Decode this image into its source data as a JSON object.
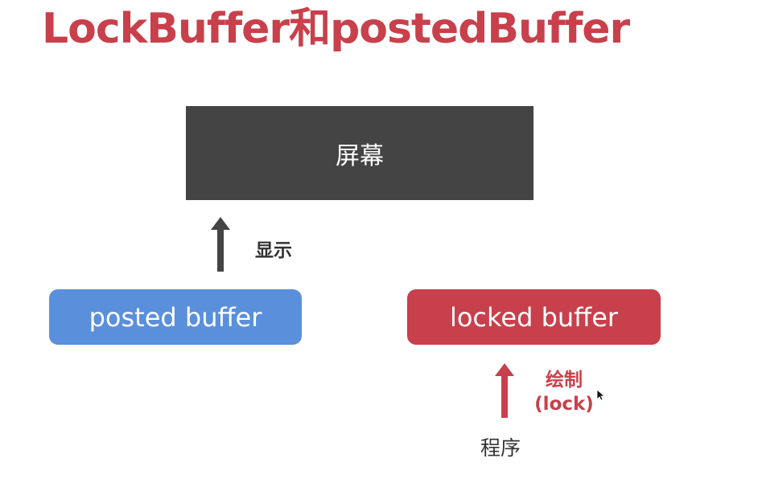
{
  "title": "LockBuffer和postedBuffer",
  "screen": {
    "label": "屏幕"
  },
  "posted_buffer": {
    "label": "posted buffer"
  },
  "locked_buffer": {
    "label": "locked buffer"
  },
  "display_arrow": {
    "label": "显示"
  },
  "draw_arrow": {
    "label_line1": "绘制",
    "label_line2": "(lock)"
  },
  "program": {
    "label": "程序"
  },
  "colors": {
    "title": "#c8404b",
    "screen": "#444444",
    "posted": "#5a8fdb",
    "locked": "#c8404b",
    "display_arrow": "#444444",
    "draw_arrow": "#c8404b",
    "text_dark": "#333333"
  }
}
